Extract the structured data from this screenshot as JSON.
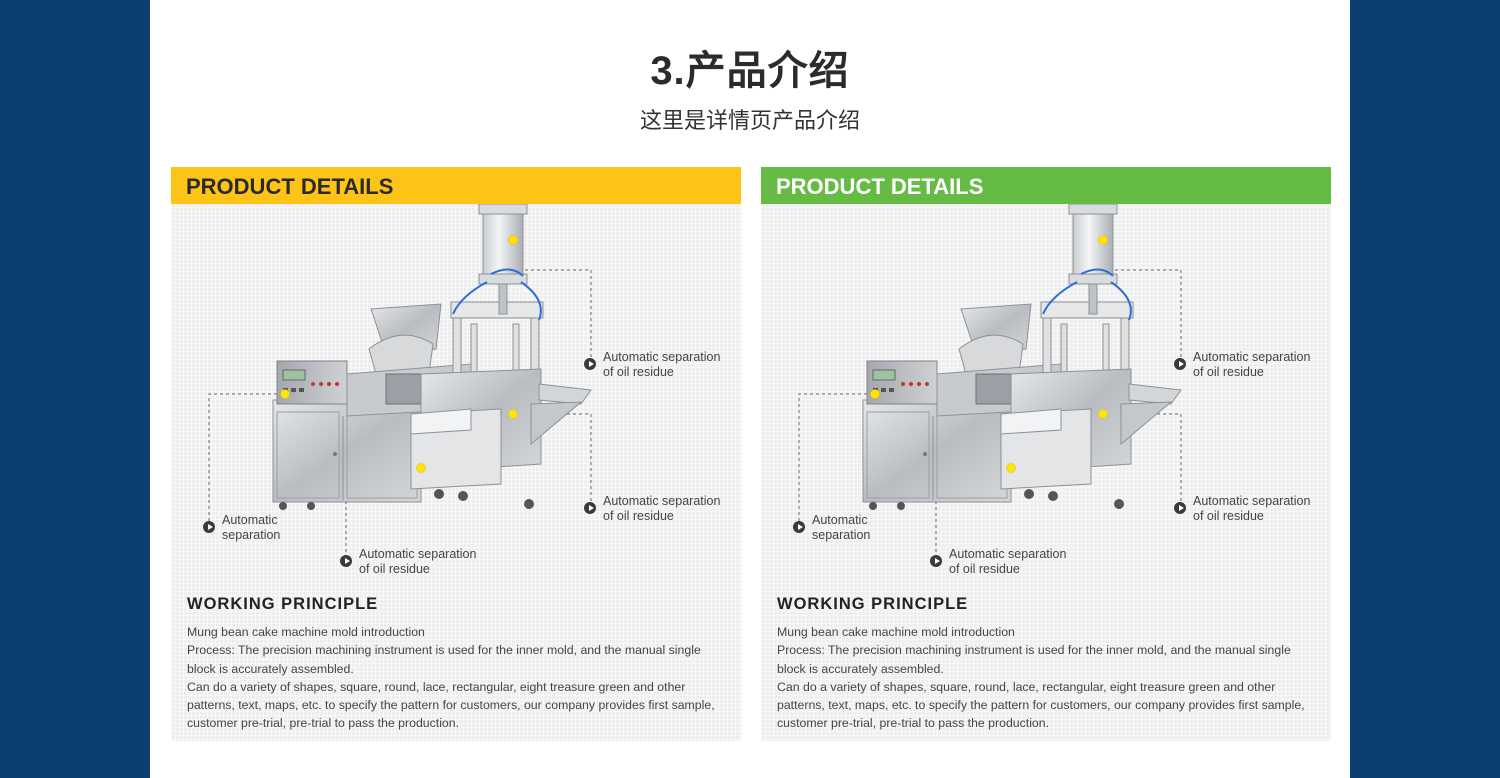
{
  "section": {
    "title": "3.产品介绍",
    "subtitle": "这里是详情页产品介绍"
  },
  "cards": [
    {
      "header": "PRODUCT DETAILS",
      "header_color": "#fdc417",
      "callouts": [
        {
          "line1": "Automatic separation",
          "line2": "of oil residue"
        },
        {
          "line1": "Automatic separation",
          "line2": "of oil residue"
        },
        {
          "line1": "Automatic",
          "line2": "separation"
        },
        {
          "line1": "Automatic separation",
          "line2": "of oil residue"
        }
      ],
      "working_principle": {
        "title": "WORKING PRINCIPLE",
        "lines": [
          "Mung bean cake machine mold introduction",
          "Process: The precision machining instrument is used for the inner mold, and the manual single block is accurately assembled.",
          "Can do a variety of shapes, square, round, lace, rectangular, eight treasure green and other patterns, text, maps, etc. to specify the pattern for customers, our company provides first sample, customer pre-trial, pre-trial to pass the production."
        ]
      }
    },
    {
      "header": "PRODUCT DETAILS",
      "header_color": "#66bb44",
      "callouts": [
        {
          "line1": "Automatic separation",
          "line2": "of oil residue"
        },
        {
          "line1": "Automatic separation",
          "line2": "of oil residue"
        },
        {
          "line1": "Automatic",
          "line2": "separation"
        },
        {
          "line1": "Automatic separation",
          "line2": "of oil residue"
        }
      ],
      "working_principle": {
        "title": "WORKING PRINCIPLE",
        "lines": [
          "Mung bean cake machine mold introduction",
          "Process: The precision machining instrument is used for the inner mold, and the manual single block is accurately assembled.",
          "Can do a variety of shapes, square, round, lace, rectangular, eight treasure green and other patterns, text, maps, etc. to specify the pattern for customers, our company provides first sample, customer pre-trial, pre-trial to pass the production."
        ]
      }
    }
  ],
  "colors": {
    "background": "#0c3f6f",
    "marker": "#ffe600"
  },
  "icons": [
    "play-circle-icon",
    "machine-illustration"
  ]
}
